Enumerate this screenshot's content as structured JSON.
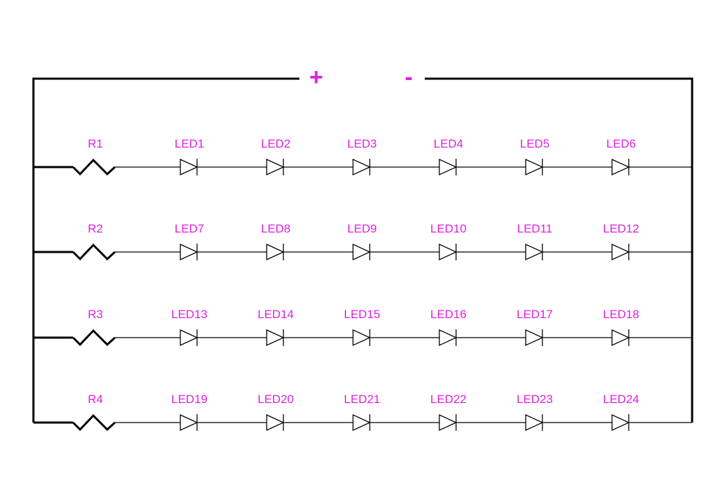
{
  "terminals": {
    "positive": "+",
    "negative": "-"
  },
  "colors": {
    "label": "#e020e0",
    "wire": "#000000"
  },
  "rows": [
    {
      "resistor": "R1",
      "leds": [
        "LED1",
        "LED2",
        "LED3",
        "LED4",
        "LED5",
        "LED6"
      ]
    },
    {
      "resistor": "R2",
      "leds": [
        "LED7",
        "LED8",
        "LED9",
        "LED10",
        "LED11",
        "LED12"
      ]
    },
    {
      "resistor": "R3",
      "leds": [
        "LED13",
        "LED14",
        "LED15",
        "LED16",
        "LED17",
        "LED18"
      ]
    },
    {
      "resistor": "R4",
      "leds": [
        "LED19",
        "LED20",
        "LED21",
        "LED22",
        "LED23",
        "LED24"
      ]
    }
  ]
}
